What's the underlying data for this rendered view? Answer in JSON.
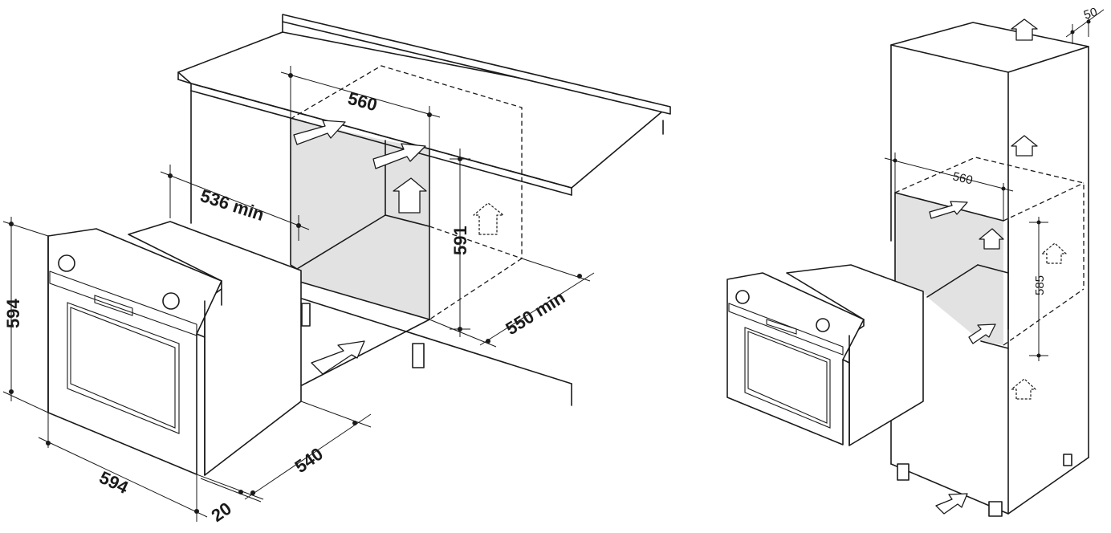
{
  "left_figure": {
    "dimensions": {
      "niche_width": "560",
      "niche_depth_min": "536 min",
      "niche_height": "591",
      "clearance_min": "550 min",
      "oven_height": "594",
      "oven_width": "594",
      "oven_depth": "540",
      "front_panel": "20"
    }
  },
  "right_figure": {
    "dimensions": {
      "top_gap": "50",
      "niche_width": "560",
      "niche_height": "585"
    }
  }
}
